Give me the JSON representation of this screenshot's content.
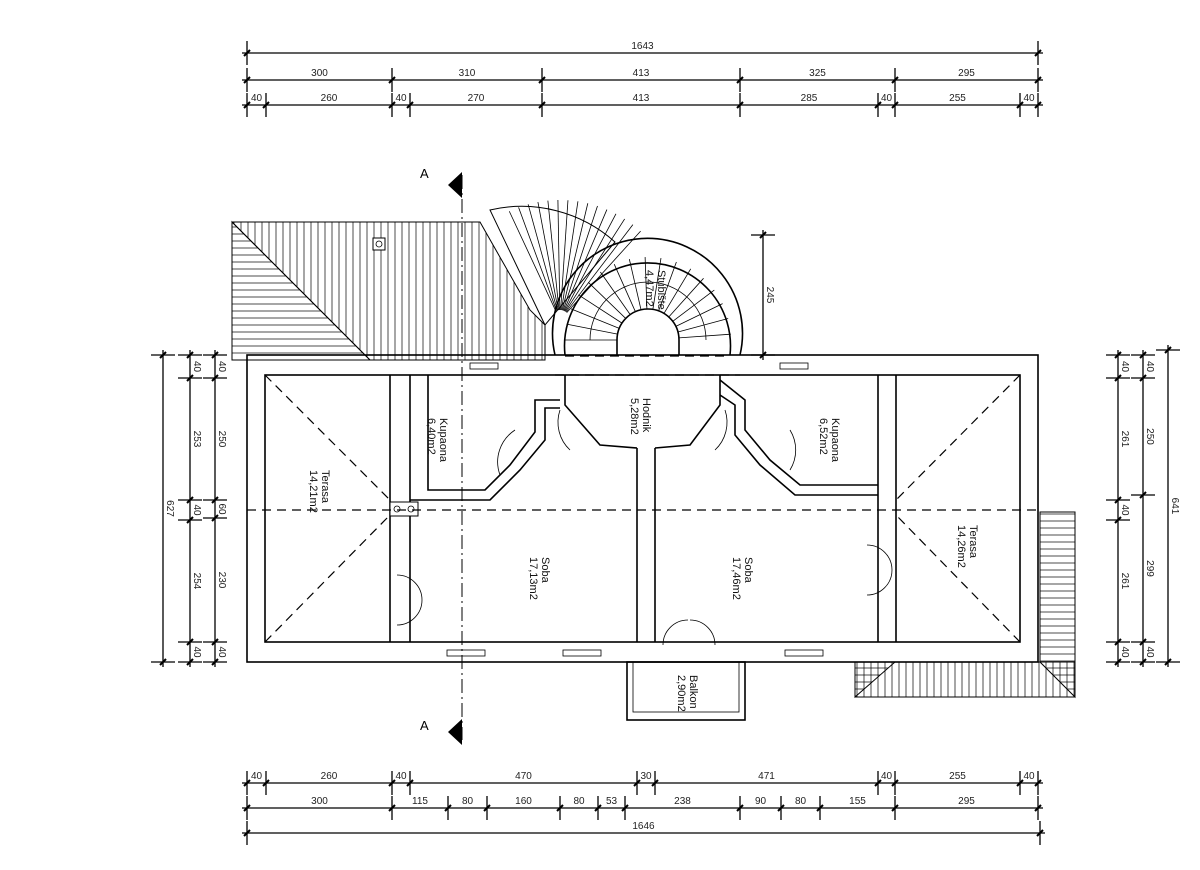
{
  "title": "Floor plan",
  "section_mark": "A",
  "rooms": [
    {
      "name": "Stubište",
      "area": "4,47m2"
    },
    {
      "name": "Hodnik",
      "area": "5,28m2"
    },
    {
      "name": "Kupaona",
      "area": "6,40m2"
    },
    {
      "name": "Kupaona",
      "area": "6,52m2"
    },
    {
      "name": "Terasa",
      "area": "14,21m2"
    },
    {
      "name": "Soba",
      "area": "17,13m2"
    },
    {
      "name": "Soba",
      "area": "17,46m2"
    },
    {
      "name": "Terasa",
      "area": "14,26m2"
    },
    {
      "name": "Balkon",
      "area": "2,90m2"
    }
  ],
  "dims": {
    "top_total": "1643",
    "top_row2": [
      "300",
      "310",
      "413",
      "325",
      "295"
    ],
    "top_row3": [
      "40",
      "260",
      "40",
      "270",
      "413",
      "285",
      "40",
      "255",
      "40"
    ],
    "bottom_row1": [
      "40",
      "260",
      "40",
      "470",
      "30",
      "471",
      "40",
      "255",
      "40"
    ],
    "bottom_row2": [
      "300",
      "115",
      "80",
      "160",
      "80",
      "53",
      "238",
      "90",
      "80",
      "155",
      "295"
    ],
    "bottom_total": "1646",
    "left_total": "627",
    "left_outer": [
      "40",
      "253",
      "40",
      "254",
      "40"
    ],
    "left_inner": [
      "40",
      "250",
      "60",
      "230",
      "40"
    ],
    "right_total": "641",
    "right_outer": [
      "40",
      "261",
      "40",
      "261",
      "40"
    ],
    "right_inner": [
      "40",
      "250",
      "299",
      "40"
    ],
    "stair_height": "245"
  }
}
